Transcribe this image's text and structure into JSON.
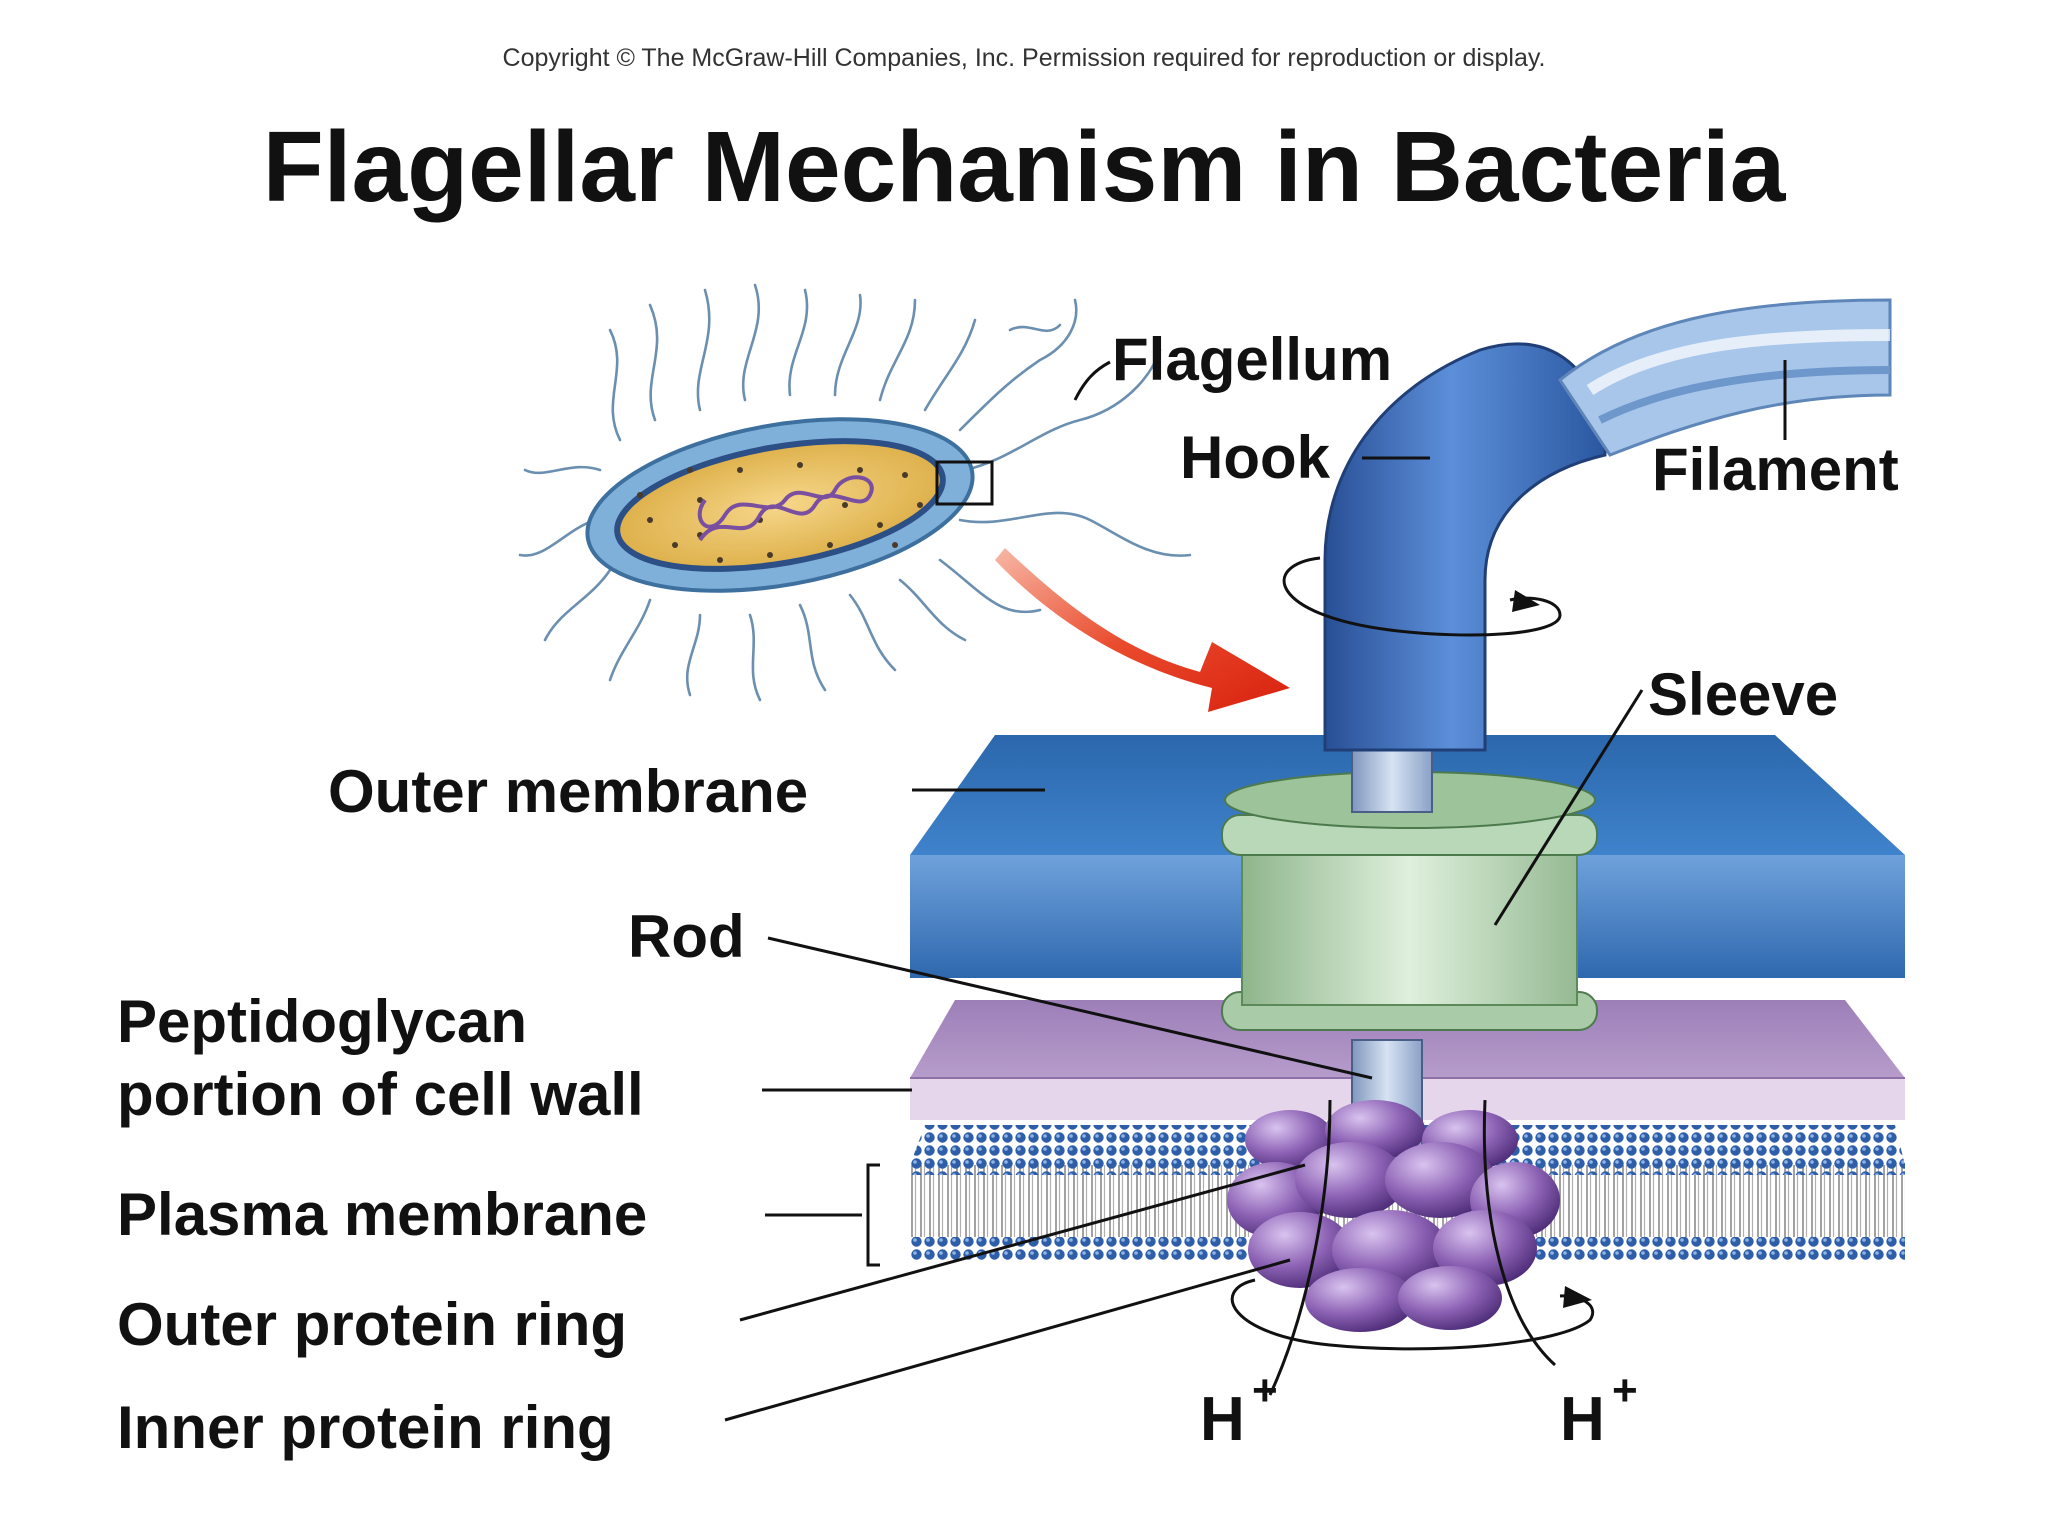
{
  "copyright": "Copyright © The McGraw-Hill Companies, Inc. Permission required for reproduction or display.",
  "title": "Flagellar Mechanism in Bacteria",
  "labels": {
    "flagellum": "Flagellum",
    "hook": "Hook",
    "filament": "Filament",
    "sleeve": "Sleeve",
    "outer_membrane": "Outer membrane",
    "rod": "Rod",
    "peptidoglycan_line1": "Peptidoglycan",
    "peptidoglycan_line2": "portion of cell wall",
    "plasma_membrane": "Plasma membrane",
    "outer_protein_ring": "Outer protein ring",
    "inner_protein_ring": "Inner protein ring",
    "proton_left": "H",
    "proton_right": "H",
    "proton_charge": "+"
  },
  "colors": {
    "outer_membrane": "#2f74b8",
    "peptidoglycan": "#b79ac7",
    "sleeve": "#b9d8b7",
    "hook": "#3d70c2",
    "motor_protein": "#8e64b6",
    "arrow": "#e7361d"
  }
}
